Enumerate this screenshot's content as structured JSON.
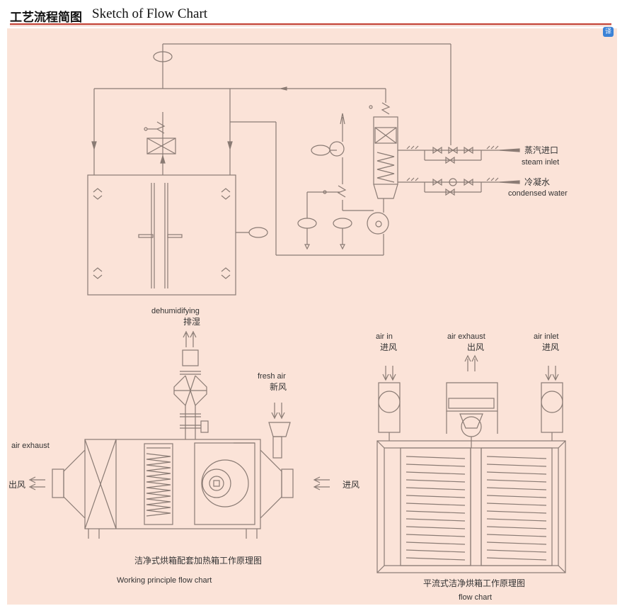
{
  "header": {
    "title_cn": "工艺流程简图",
    "title_en": "Sketch of Flow Chart"
  },
  "badge": {
    "icon": "translate-icon",
    "text": "译"
  },
  "colors": {
    "background": "#fbe3d8",
    "line": "#8a7b74",
    "accent": "#c0392b"
  },
  "top_diagram": {
    "steam_cn": "蒸汽进口",
    "steam_en": "steam inlet",
    "condensed_cn": "冷凝水",
    "condensed_en": "condensed water"
  },
  "left_diagram": {
    "dehumid_en": "dehumidifying",
    "dehumid_cn": "排湿",
    "fresh_en": "fresh air",
    "fresh_cn": "新风",
    "exhaust_en": "air exhaust",
    "exhaust_cn": "出风",
    "inlet_cn": "进风",
    "caption_cn": "洁净式烘箱配套加热箱工作原理图",
    "caption_en": "Working principle flow chart"
  },
  "right_diagram": {
    "air_in_en": "air in",
    "air_in_cn": "进风",
    "exhaust_en": "air exhaust",
    "exhaust_cn": "出风",
    "inlet_en": "air inlet",
    "inlet_cn": "进风",
    "caption_cn": "平流式洁净烘箱工作原理图",
    "caption_en": "flow chart"
  }
}
